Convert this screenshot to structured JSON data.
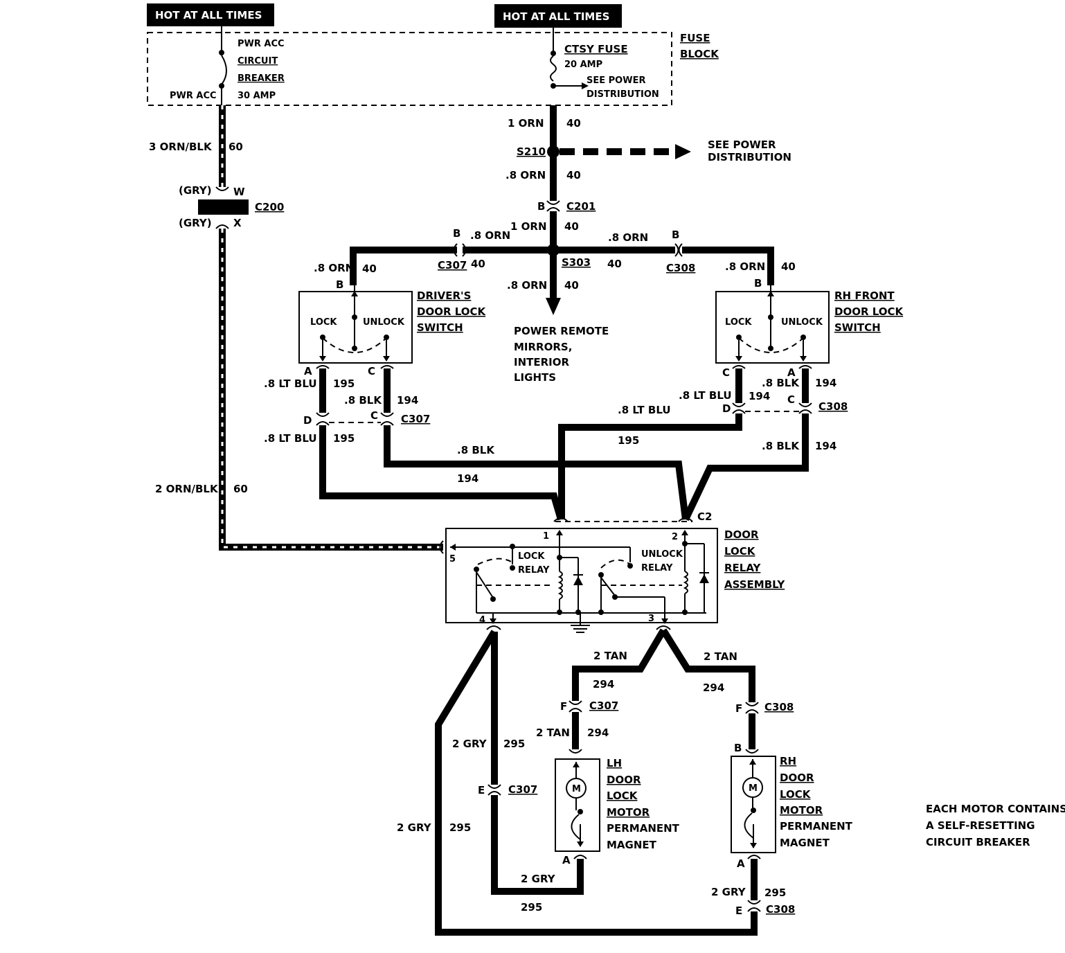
{
  "hot_labels": [
    "HOT AT ALL TIMES",
    "HOT AT ALL TIMES"
  ],
  "fuse_block": {
    "label_line1": "FUSE",
    "label_line2": "BLOCK",
    "pwr_acc_l1": "PWR ACC",
    "pwr_acc_l2": "CIRCUIT",
    "pwr_acc_l3": "BREAKER",
    "pwr_acc_amp": "30 AMP",
    "pwr_acc_tag": "PWR ACC",
    "ctsy_fuse": "CTSY FUSE",
    "ctsy_amp": "20 AMP",
    "see_power_l1": "SEE POWER",
    "see_power_l2": "DISTRIBUTION"
  },
  "wires": {
    "w1": "1 ORN",
    "c40a": "40",
    "s210": "S210",
    "see_pd_l1": "SEE POWER",
    "see_pd_l2": "DISTRIBUTION",
    "w2": ".8 ORN",
    "c40b": "40",
    "c201_pin": "B",
    "c201": "C201",
    "w3": "1 ORN",
    "c40c": "40",
    "w_orbl1": "3 ORN/BLK",
    "c60a": "60",
    "gry1": "(GRY)",
    "pin_w": "W",
    "c200": "C200",
    "gry2": "(GRY)",
    "pin_x": "X",
    "w_orbl2": "2 ORN/BLK",
    "c60b": "60",
    "left_b": "B",
    "left_orn": ".8 ORN",
    "c307a": "C307",
    "c40d": "40",
    "right_orn": ".8 ORN",
    "right_b": "B",
    "s303": "S303",
    "c40e": "40",
    "c308a": "C308",
    "ll_orn": ".8 ORN",
    "c40f": "40",
    "rl_orn": ".8 ORN",
    "c40g": "40",
    "mid_orn": ".8 ORN",
    "c40h": "40",
    "pr_l1": "POWER REMOTE",
    "pr_l2": "MIRRORS,",
    "pr_l3": "INTERIOR",
    "pr_l4": "LIGHTS"
  },
  "driver_switch": {
    "pin_b": "B",
    "lock": "LOCK",
    "unlock": "UNLOCK",
    "name_l1": "DRIVER'S",
    "name_l2": "DOOR LOCK",
    "name_l3": "SWITCH",
    "pin_a": "A",
    "pin_c": "C",
    "w_blu": ".8 LT BLU",
    "c195": "195",
    "w_blk": ".8 BLK",
    "c194": "194",
    "pin_d": "D",
    "pin_c2": "C",
    "c307": "C307",
    "w_blu2": ".8 LT BLU",
    "c195b": "195",
    "w_blk2": ".8 BLK",
    "c194b": "194"
  },
  "rh_switch": {
    "pin_b": "B",
    "lock": "LOCK",
    "unlock": "UNLOCK",
    "name_l1": "RH FRONT",
    "name_l2": "DOOR LOCK",
    "name_l3": "SWITCH",
    "pin_c": "C",
    "pin_a": "A",
    "w_blk": ".8 BLK",
    "c194": "194",
    "w_blu": ".8 LT BLU",
    "c194x": "194",
    "pin_d": "D",
    "pin_c2": "C",
    "c308": "C308",
    "w_blu2": ".8 LT BLU",
    "c195": "195",
    "w_blk2": ".8 BLK",
    "c194b": "194"
  },
  "relay": {
    "c2": "C2",
    "pin1": "1",
    "pin2": "2",
    "pin5": "5",
    "pin4": "4",
    "pin3": "3",
    "lock_l1": "LOCK",
    "lock_l2": "RELAY",
    "unlock_l1": "UNLOCK",
    "unlock_l2": "RELAY",
    "name_l1": "DOOR",
    "name_l2": "LOCK",
    "name_l3": "RELAY",
    "name_l4": "ASSEMBLY"
  },
  "motors": {
    "tan_l": "2 TAN",
    "c294a": "294",
    "tan_r": "2 TAN",
    "c294b": "294",
    "f_l": "F",
    "c307f": "C307",
    "f_r": "F",
    "c308f": "C308",
    "tan_l2": "2 TAN",
    "c294c": "294",
    "gry_l": "2 GRY",
    "c295a": "295",
    "e_l": "E",
    "c307e": "C307",
    "b_r": "B",
    "m": "M",
    "m2": "M",
    "lh_l1": "LH",
    "lh_l2": "DOOR",
    "lh_l3": "LOCK",
    "lh_l4": "MOTOR",
    "lh_l5": "PERMANENT",
    "lh_l6": "MAGNET",
    "rh_l1": "RH",
    "rh_l2": "DOOR",
    "rh_l3": "LOCK",
    "rh_l4": "MOTOR",
    "rh_l5": "PERMANENT",
    "rh_l6": "MAGNET",
    "a_l": "A",
    "a_r": "A",
    "gry_outer": "2 GRY",
    "c295b": "295",
    "gry_bot": "2 GRY",
    "c295c": "295",
    "gry_r": "2 GRY",
    "c295d": "295",
    "e_r": "E",
    "c308e": "C308"
  },
  "note": {
    "l1": "EACH MOTOR CONTAINS",
    "l2": "A SELF-RESETTING",
    "l3": "CIRCUIT BREAKER"
  }
}
